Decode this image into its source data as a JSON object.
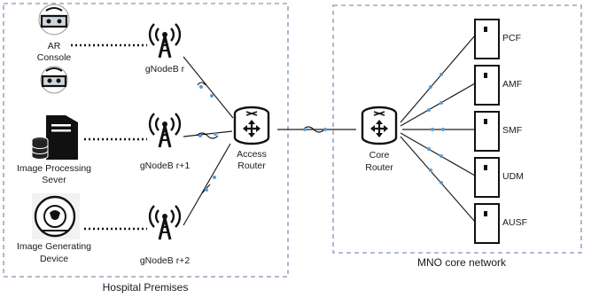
{
  "zones": {
    "hospital": {
      "label": "Hospital Premises"
    },
    "mno": {
      "label": "MNO core network"
    }
  },
  "devices": {
    "ar_console": {
      "label_line1": "AR",
      "label_line2": "Console",
      "icon": "vr-headset-icon"
    },
    "image_processing": {
      "label_line1": "Image Processing",
      "label_line2": "Sever",
      "icon": "server-tower-icon"
    },
    "image_generating": {
      "label_line1": "Image Generating",
      "label_line2": "Device",
      "icon": "scanner-icon"
    }
  },
  "base_stations": {
    "gnb_r": {
      "label": "gNodeB r",
      "icon": "antenna-tower-icon"
    },
    "gnb_r1": {
      "label": "gNodeB r+1",
      "icon": "antenna-tower-icon"
    },
    "gnb_r2": {
      "label": "gNodeB r+2",
      "icon": "antenna-tower-icon"
    }
  },
  "routers": {
    "access": {
      "label_line1": "Access",
      "label_line2": "Router",
      "icon": "router-icon"
    },
    "core": {
      "label_line1": "Core",
      "label_line2": "Router",
      "icon": "router-icon"
    }
  },
  "network_functions": [
    "PCF",
    "AMF",
    "SMF",
    "UDM",
    "AUSF"
  ],
  "colors": {
    "zone_border": "#7f96b2",
    "link": "#1f1f1f",
    "link_dot": "#5b9bd5",
    "icon": "#111111"
  }
}
